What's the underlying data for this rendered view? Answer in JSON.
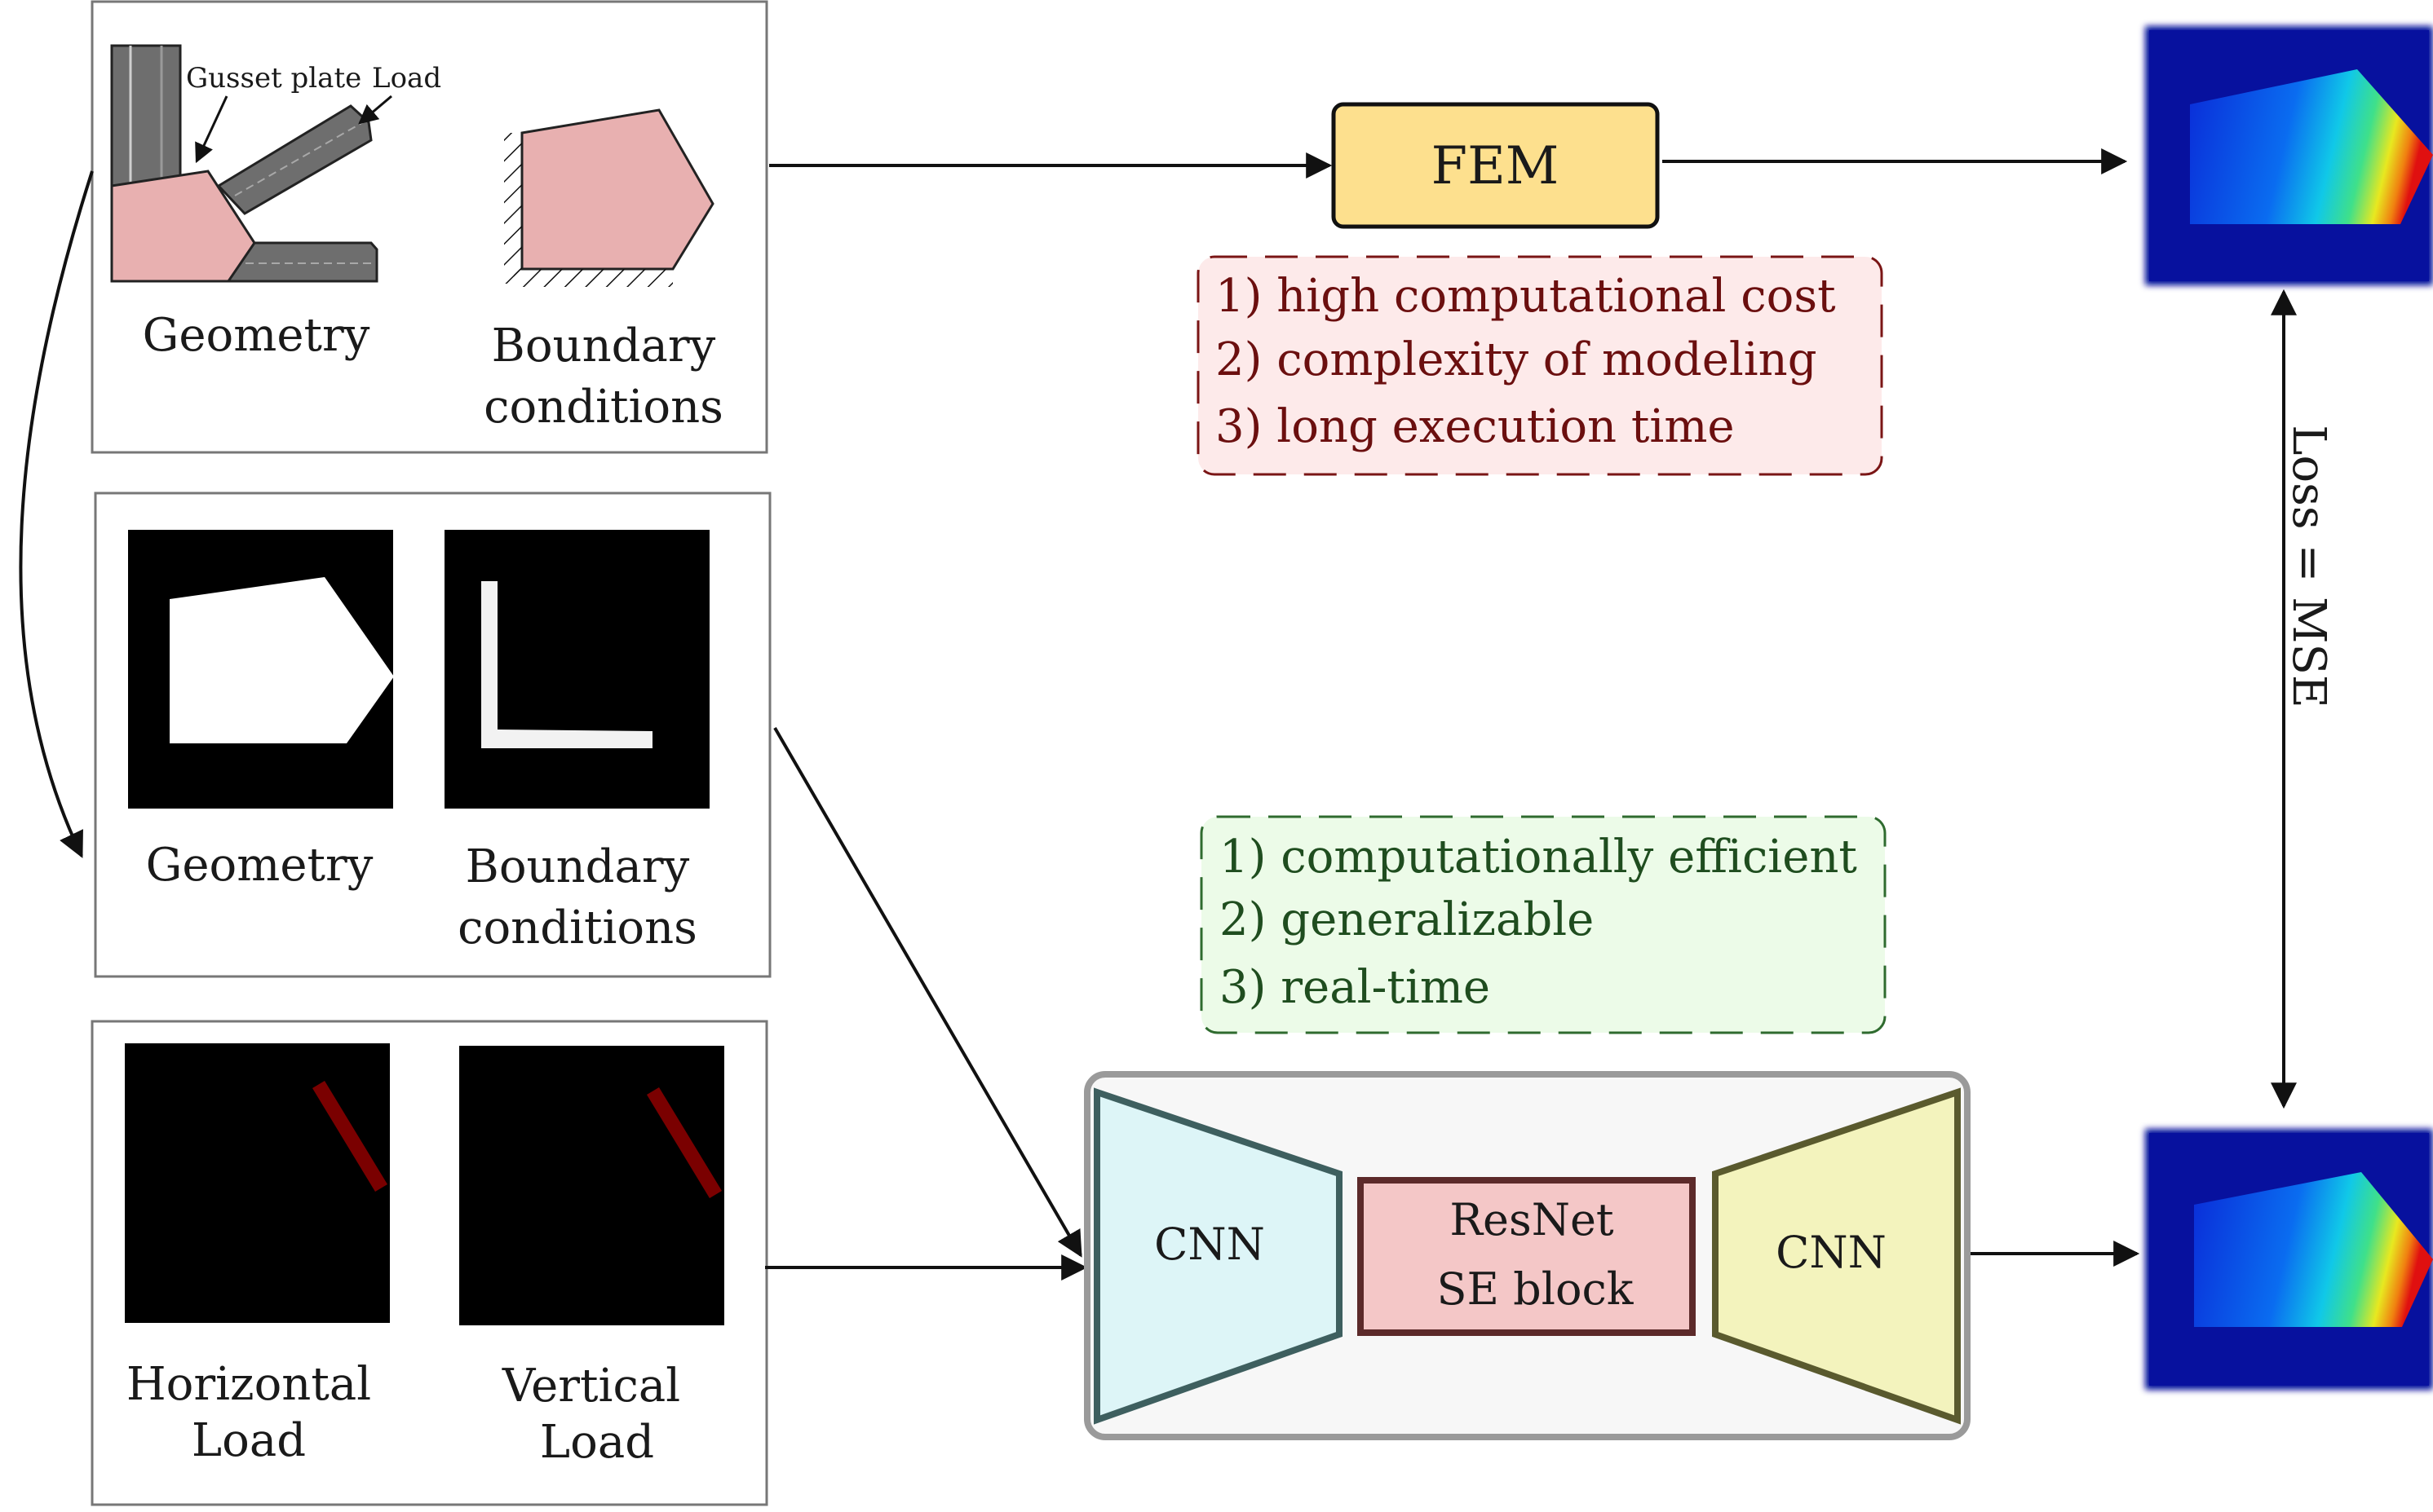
{
  "panel1": {
    "gusset_label": "Gusset plate",
    "load_label": "Load",
    "geometry_label": "Geometry",
    "boundary_line1": "Boundary",
    "boundary_line2": "conditions"
  },
  "panel2": {
    "geometry_label": "Geometry",
    "boundary_line1": "Boundary",
    "boundary_line2": "conditions"
  },
  "panel3": {
    "horizontal_line1": "Horizontal",
    "horizontal_line2": "Load",
    "vertical_line1": "Vertical",
    "vertical_line2": "Load"
  },
  "fem": {
    "label": "FEM"
  },
  "fem_drawbacks": [
    "1) high computational cost",
    "2) complexity of modeling",
    "3) long execution time"
  ],
  "model_benefits": [
    "1) computationally efficient",
    "2) generalizable",
    "3) real-time"
  ],
  "network": {
    "encoder_label": "CNN",
    "middle_line1": "ResNet",
    "middle_line2": "SE block",
    "decoder_label": "CNN"
  },
  "loss_label": "Loss = MSE",
  "colors": {
    "gusset_pink": "#e8b0b0",
    "steel_gray": "#707070",
    "fem_fill": "#fde08e",
    "red_box_fill": "#fdeaea",
    "red_box_stroke": "#7a1515",
    "green_box_fill": "#ecfbe8",
    "green_box_stroke": "#2f6b2f",
    "encoder_fill": "#ddf5f7",
    "encoder_stroke": "#3e5f5f",
    "middle_fill": "#f4c7c7",
    "middle_stroke": "#5c2a2a",
    "decoder_fill": "#f3f3bd",
    "decoder_stroke": "#5a5a2e",
    "load_bar": "#7a0000"
  }
}
